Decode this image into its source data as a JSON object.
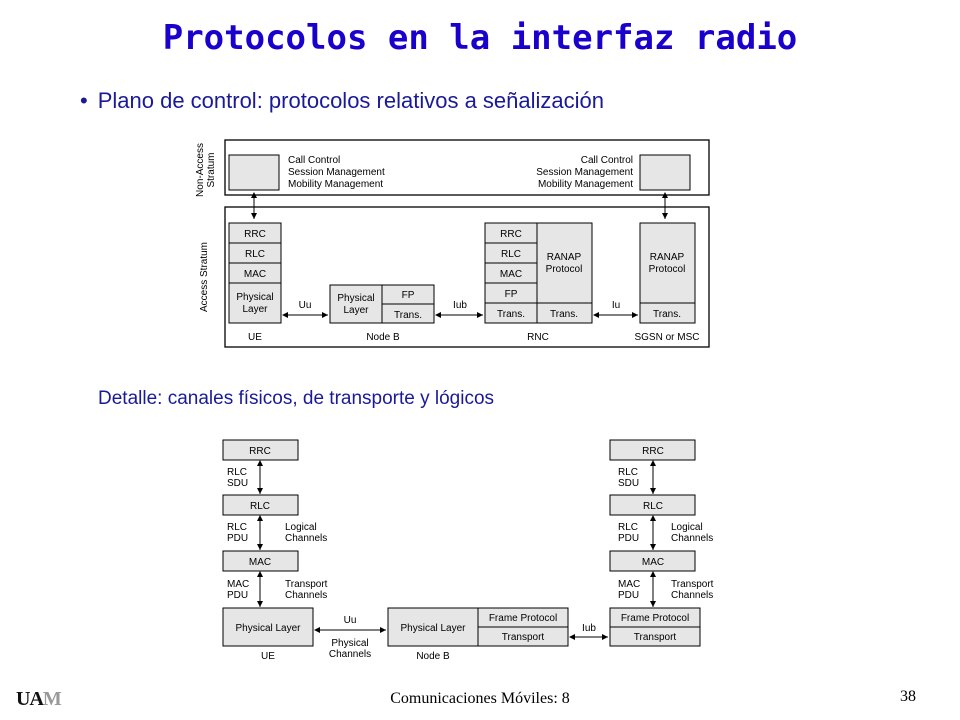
{
  "title": "Protocolos en la interfaz radio",
  "bullet": "Plano de control: protocolos relativos a señalización",
  "subtitle": "Detalle: canales físicos, de transporte y lógicos",
  "footer": "Comunicaciones Móviles: 8",
  "page_number": "38",
  "logo": "UAM",
  "diagram1": {
    "nas_label": "Non-Access Stratum",
    "as_label": "Access Stratum",
    "nas_text_lines": [
      "Call Control",
      "Session Management",
      "Mobility Management"
    ],
    "rrc": "RRC",
    "rlc": "RLC",
    "mac": "MAC",
    "physical_layer": "Physical Layer",
    "fp": "FP",
    "trans": "Trans.",
    "ranap": "RANAP Protocol",
    "uu": "Uu",
    "iub": "Iub",
    "iu": "Iu",
    "ue": "UE",
    "nodeb": "Node B",
    "rnc": "RNC",
    "sgsn": "SGSN or MSC"
  },
  "diagram2": {
    "rrc": "RRC",
    "rlc": "RLC",
    "mac": "MAC",
    "physical_layer": "Physical Layer",
    "rlc_sdu": "RLC SDU",
    "rlc_pdu": "RLC PDU",
    "mac_pdu": "MAC PDU",
    "logical_channels": "Logical Channels",
    "transport_channels": "Transport Channels",
    "frame_protocol": "Frame Protocol",
    "transport": "Transport",
    "uu": "Uu",
    "iub": "Iub",
    "physical_channels": "Physical Channels",
    "ue": "UE",
    "nodeb": "Node B"
  }
}
